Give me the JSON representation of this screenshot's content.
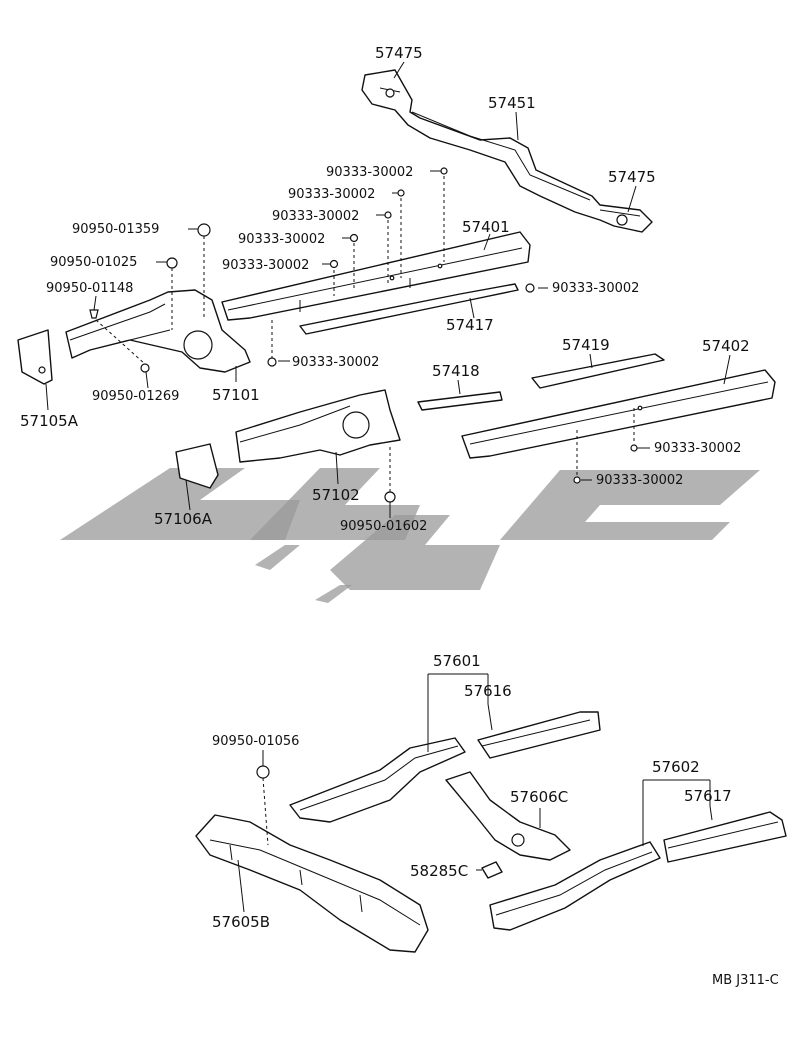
{
  "watermark": {
    "color": "#9a9a9a"
  },
  "labels": {
    "p57475a": "57475",
    "p57451": "57451",
    "p57475b": "57475",
    "f90333a": "90333-30002",
    "f90333b": "90333-30002",
    "f90333c": "90333-30002",
    "f90333d": "90333-30002",
    "f90333e": "90333-30002",
    "f90333f": "90333-30002",
    "f90333g": "90333-30002",
    "f90333h": "90333-30002",
    "f90333i": "90333-30002",
    "p57401": "57401",
    "p57417": "57417",
    "f90950_01359": "90950-01359",
    "f90950_01025": "90950-01025",
    "f90950_01148": "90950-01148",
    "f90950_01269": "90950-01269",
    "p57101": "57101",
    "p57105A": "57105A",
    "p57418": "57418",
    "p57419": "57419",
    "p57402": "57402",
    "p57102": "57102",
    "p57106A": "57106A",
    "f90950_01602": "90950-01602",
    "p57601": "57601",
    "p57616": "57616",
    "f90950_01056": "90950-01056",
    "p57602": "57602",
    "p57617": "57617",
    "p57606C": "57606C",
    "p58285C": "58285C",
    "p57605B": "57605B",
    "diagram_code": "MB J311-C"
  }
}
